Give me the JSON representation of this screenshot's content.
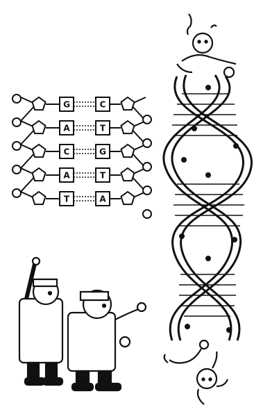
{
  "ladder": {
    "rows": [
      {
        "left": "G",
        "right": "C"
      },
      {
        "left": "A",
        "right": "T"
      },
      {
        "left": "C",
        "right": "G"
      },
      {
        "left": "A",
        "right": "T"
      },
      {
        "left": "T",
        "right": "A"
      }
    ]
  },
  "colors": {
    "ink": "#111111",
    "paper": "#ffffff"
  },
  "icons": {
    "helix": "dna-double-helix-icon",
    "figure_top": "cartoon-figure-climbing-icon",
    "figure_bottom": "cartoon-figure-hanging-icon",
    "scientists": "cartoon-scientists-icon"
  }
}
